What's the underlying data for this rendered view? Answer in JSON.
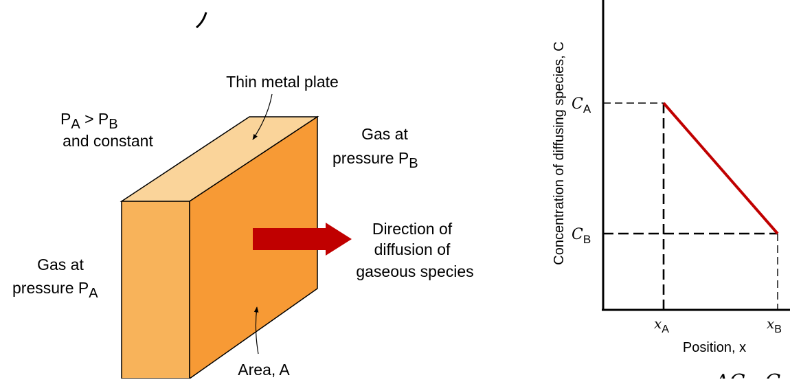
{
  "diagram": {
    "plate_label": "Thin metal plate",
    "condition": {
      "p": "P",
      "a": "A",
      "gt": " > ",
      "b": "B",
      "line2": "and constant"
    },
    "gas_right": {
      "line1": "Gas at",
      "line2": "pressure P",
      "sub": "B"
    },
    "gas_left": {
      "line1": "Gas at",
      "line2": "pressure P",
      "sub": "A"
    },
    "direction": {
      "line1": "Direction of",
      "line2": "diffusion of",
      "line3": "gaseous species"
    },
    "area_label": "Area, A",
    "colors": {
      "plate_top": "#fad49a",
      "plate_left": "#f8b35a",
      "plate_front": "#f79a35",
      "arrow": "#c00000"
    }
  },
  "chart_data": {
    "type": "line",
    "ylabel": "Concentration of diffusing species, C",
    "xlabel": "Position, x",
    "x_ticks": [
      {
        "sym": "x",
        "sub": "A"
      },
      {
        "sym": "x",
        "sub": "B"
      }
    ],
    "y_ticks": [
      {
        "sym": "C",
        "sub": "A"
      },
      {
        "sym": "C",
        "sub": "B"
      }
    ],
    "series": [
      {
        "x": [
          "xA",
          "xB"
        ],
        "y": [
          "CA",
          "CB"
        ],
        "color": "#c00000"
      }
    ],
    "formula_fragment": "ΔC   C"
  }
}
